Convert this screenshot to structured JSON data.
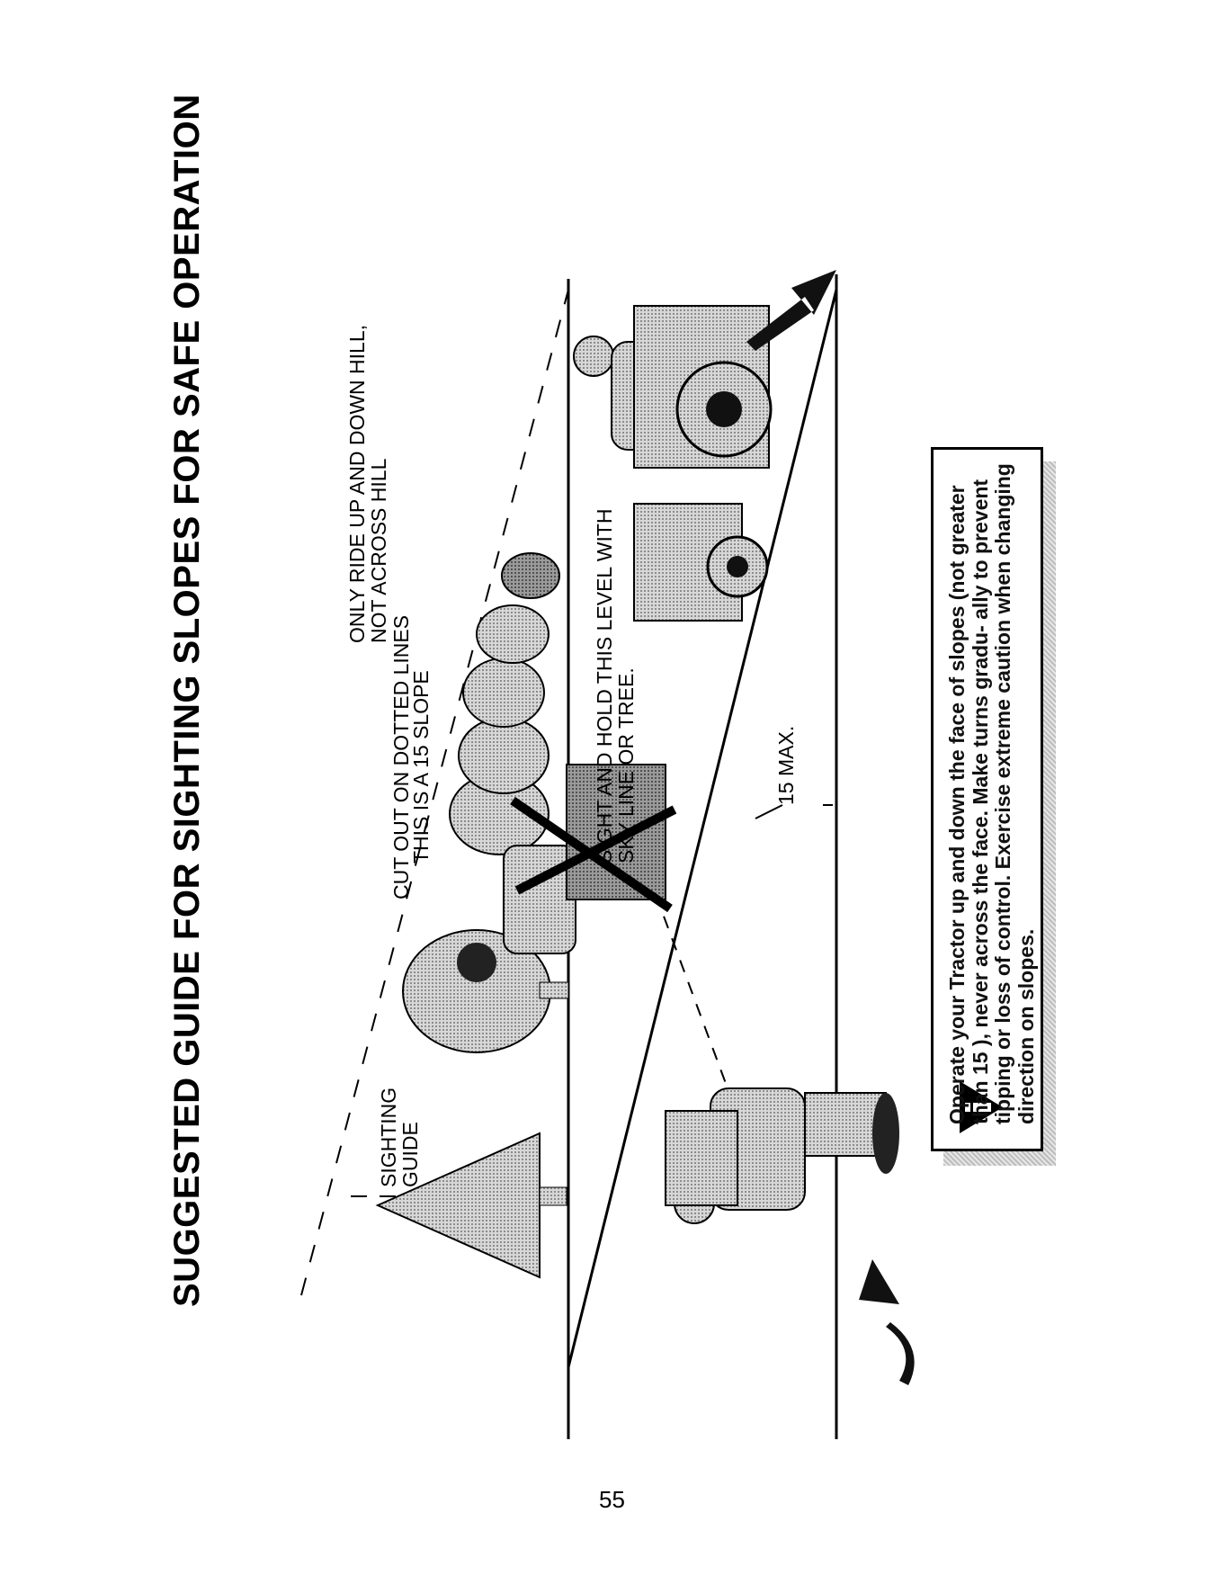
{
  "page": {
    "title": "SUGGESTED GUIDE FOR SIGHTING SLOPES FOR SAFE OPERATION",
    "labels": {
      "sighting_guide": "SIGHTING\nGUIDE",
      "cut_out": "CUT OUT ON DOTTED LINES",
      "slope": "THIS IS A 15 SLOPE",
      "ride": "ONLY RIDE UP AND DOWN HILL,\nNOT ACROSS HILL",
      "sight": "SIGHT AND HOLD THIS LEVEL WITH\nSKY LINE OR TREE.",
      "max": "15 MAX."
    },
    "warning_text": "Operate your Tractor up and down the face of slopes (not greater than 15 ), never across the face. Make turns gradu- ally to prevent tipping or loss of control. Exercise extreme caution when changing direction on slopes.",
    "page_number": "55"
  },
  "colors": {
    "ink": "#000000",
    "tone": "#9a9a9a",
    "paper": "#ffffff"
  }
}
